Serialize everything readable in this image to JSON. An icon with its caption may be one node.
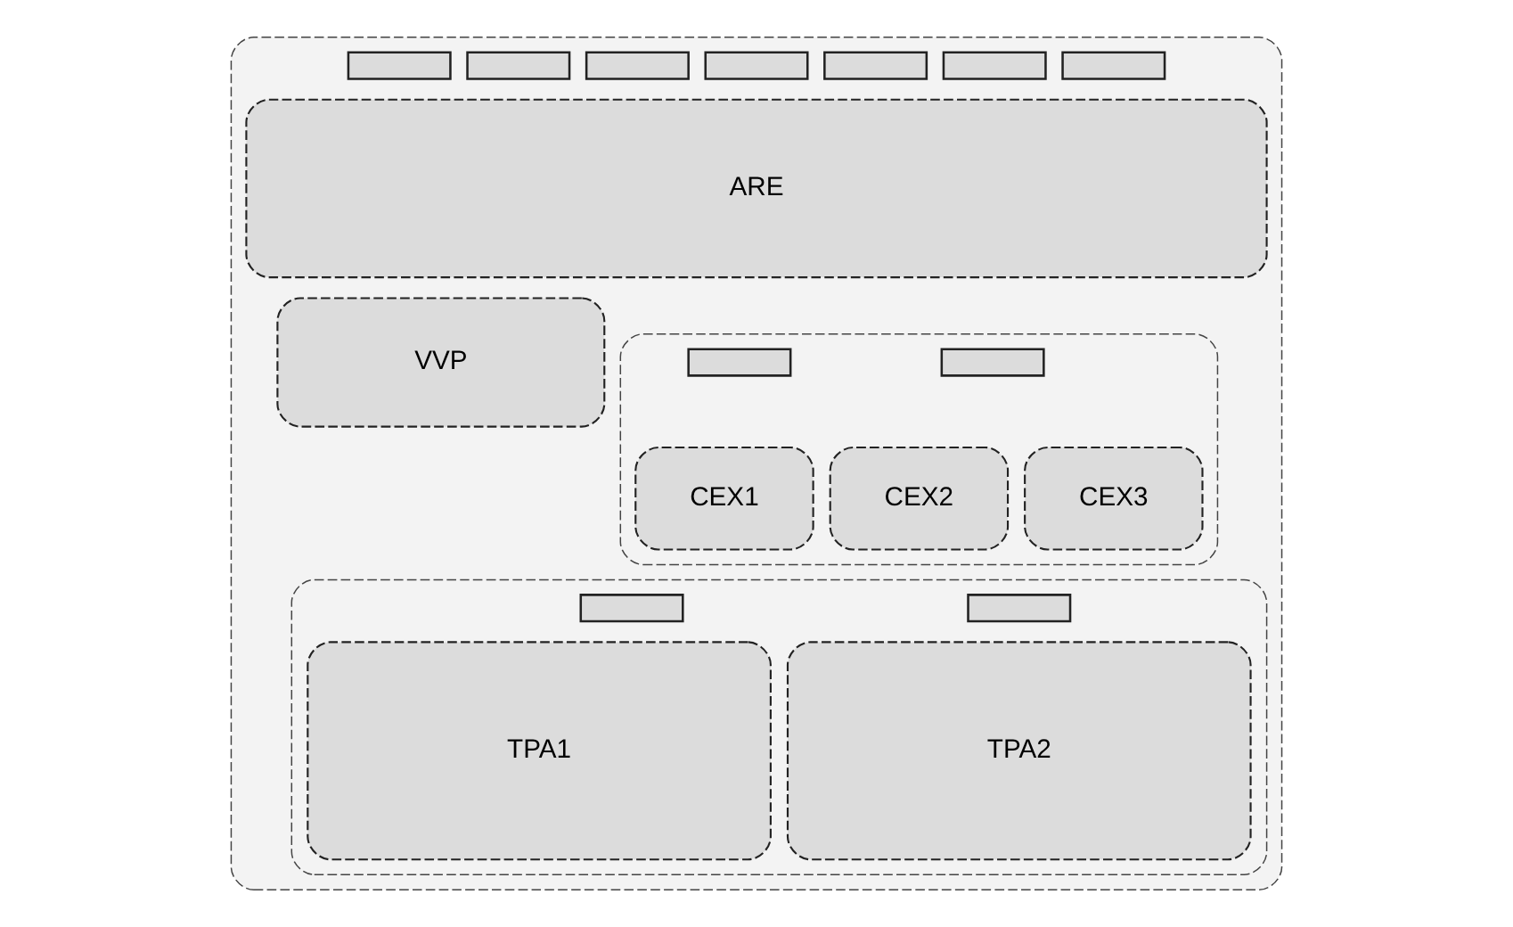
{
  "diagram": {
    "nodes": [
      {
        "text": [],
        "shape": "box"
      },
      {
        "text": [],
        "shape": "box",
        "in": 0
      },
      {
        "text": [],
        "shape": "box",
        "in": 0
      },
      {
        "text": [],
        "shape": "box",
        "in": 0
      },
      {
        "text": [],
        "shape": "box",
        "in": 0
      },
      {
        "text": [],
        "shape": "box",
        "in": 0
      },
      {
        "text": [],
        "shape": "box",
        "in": 0
      },
      {
        "text": [],
        "shape": "box",
        "in": 0
      },
      {
        "text": [
          "ARE"
        ],
        "in": 0
      },
      {
        "text": [
          "VVP"
        ],
        "in": 0
      },
      {
        "text": [],
        "shape": "box",
        "in": 0
      },
      {
        "text": [],
        "shape": "box",
        "in": 10
      },
      {
        "text": [],
        "shape": "box",
        "in": 10
      },
      {
        "text": [
          "CEX1"
        ],
        "in": 10
      },
      {
        "text": [
          "CEX2"
        ],
        "in": 10
      },
      {
        "text": [
          "CEX3"
        ],
        "in": 10
      },
      {
        "text": [],
        "shape": "box",
        "in": 0
      },
      {
        "text": [],
        "shape": "box",
        "in": 16
      },
      {
        "text": [],
        "shape": "box",
        "in": 16
      },
      {
        "text": [
          "TPA1"
        ],
        "in": 16
      },
      {
        "text": [
          "TPA2"
        ],
        "in": 16
      }
    ],
    "edges": []
  }
}
